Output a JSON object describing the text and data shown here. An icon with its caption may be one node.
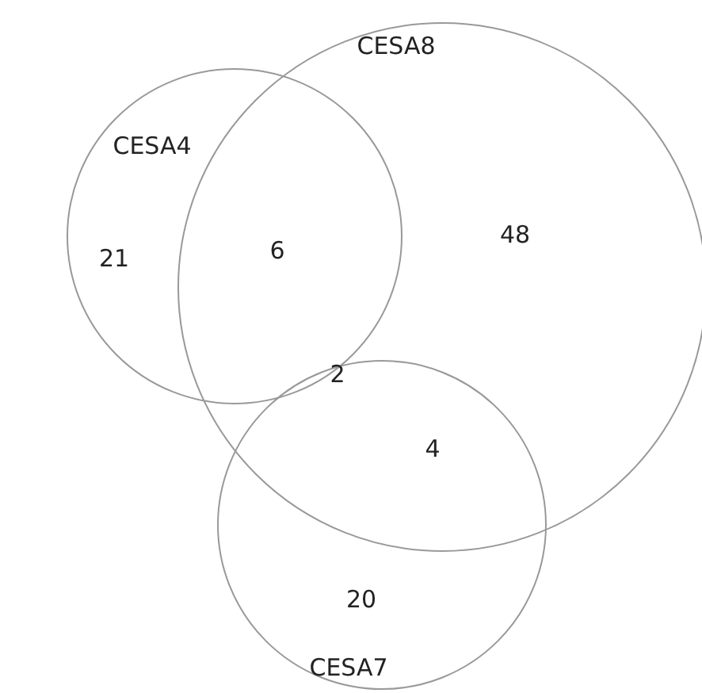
{
  "diagram": {
    "nodes": [
      {
        "text": [
          "CESA4"
        ]
      },
      {
        "text": [
          "CESA8"
        ]
      },
      {
        "text": [
          "CESA7"
        ]
      }
    ],
    "edges": [],
    "labels": [
      "21",
      "6",
      "48",
      "2",
      "4",
      "20"
    ]
  }
}
